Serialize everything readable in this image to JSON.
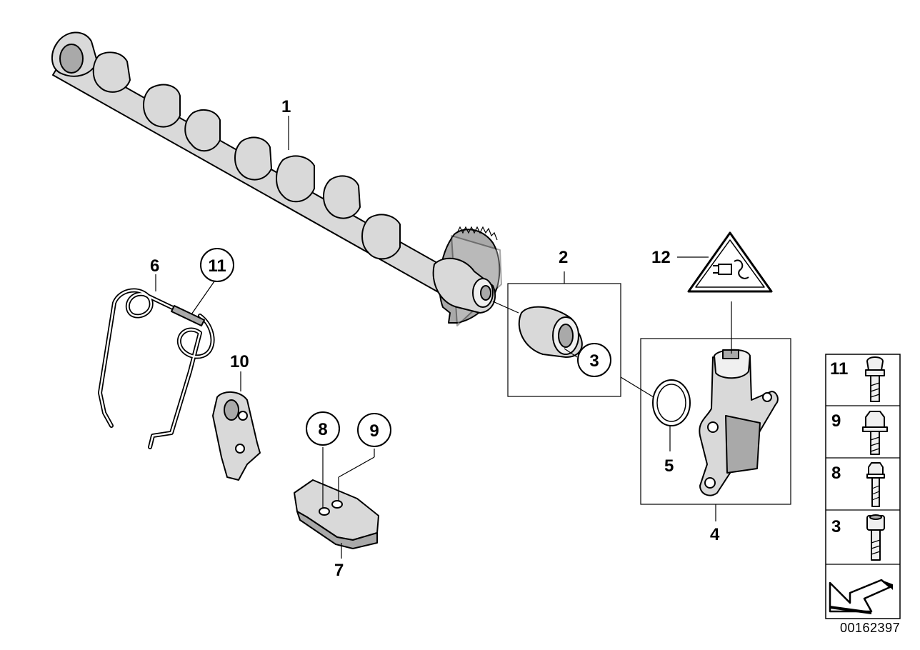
{
  "callouts": {
    "c1": "1",
    "c2": "2",
    "c3": "3",
    "c4": "4",
    "c5": "5",
    "c6": "6",
    "c7": "7",
    "c8": "8",
    "c9": "9",
    "c10": "10",
    "c11": "11",
    "c12": "12"
  },
  "fastener_table": {
    "rows": [
      {
        "number": "11"
      },
      {
        "number": "9"
      },
      {
        "number": "8"
      },
      {
        "number": "3"
      }
    ]
  },
  "diagram_id": "00162397",
  "icons": {
    "warning": "electrical-plug-warning-triangle-icon",
    "nav_arrow": "direction-arrow-icon"
  }
}
